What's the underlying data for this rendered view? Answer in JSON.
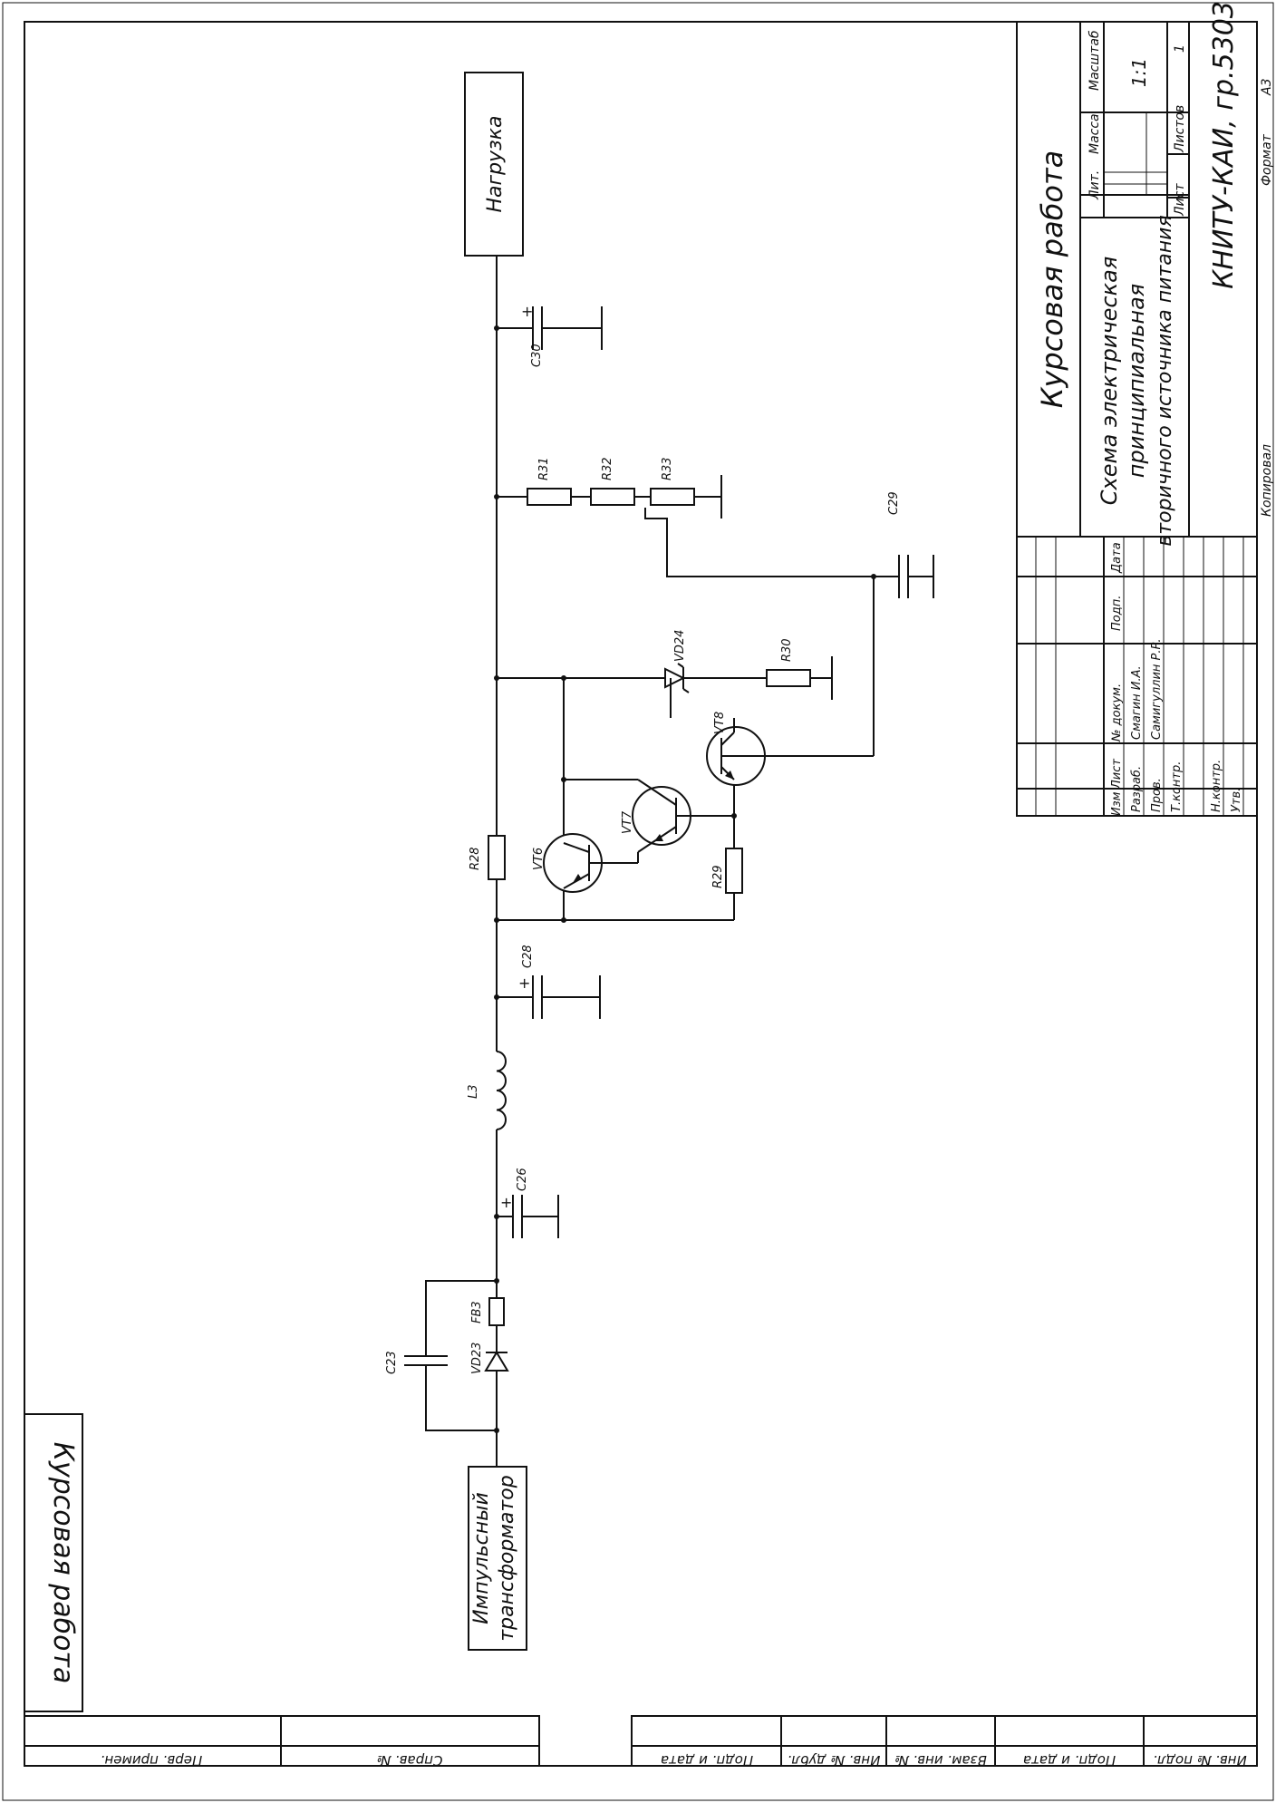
{
  "side_title": "Курсовая работа",
  "blocks": {
    "load": "Нагрузка",
    "transformer_line1": "Импульсный",
    "transformer_line2": "трансформатор"
  },
  "components": {
    "C30": "C30",
    "R31": "R31",
    "R32": "R32",
    "R33": "R33",
    "C29": "C29",
    "VD24": "VD24",
    "R30": "R30",
    "VT8": "VT8",
    "VT7": "VT7",
    "VT6": "VT6",
    "R28": "R28",
    "R29": "R29",
    "C28": "C28",
    "L3": "L3",
    "C26": "C26",
    "FB3": "FB3",
    "VD23": "VD23",
    "C23": "C23"
  },
  "title_block": {
    "work_title": "Курсовая работа",
    "doc_title": [
      "Схема электрическая",
      "принципиальная",
      "вторичного источника питания"
    ],
    "col_lit": "Лит.",
    "col_mass": "Масса",
    "col_scale": "Масштаб",
    "scale_value": "1:1",
    "sheet_label": "Лист",
    "sheets_label": "Листов",
    "sheets_value": "1",
    "organization": "КНИТУ-КАИ, гр.5303",
    "stamp_header": [
      "Изм",
      "Лист",
      "№ докум.",
      "Подп.",
      "Дата"
    ],
    "roles": [
      "Разраб.",
      "Пров.",
      "Т.контр.",
      "",
      "Н.контр.",
      "Утв."
    ],
    "names": [
      "Смагин И.А.",
      "Самигуллин Р.Р."
    ],
    "copied": "Копировал",
    "format_label": "Формат",
    "format_value": "A3"
  },
  "bottom_stamps": [
    "Перв. примен.",
    "Справ. №",
    "Подп. и дата",
    "Инв. № дубл.",
    "Взам. инв. №",
    "Подп. и дата",
    "Инв. № подл."
  ]
}
